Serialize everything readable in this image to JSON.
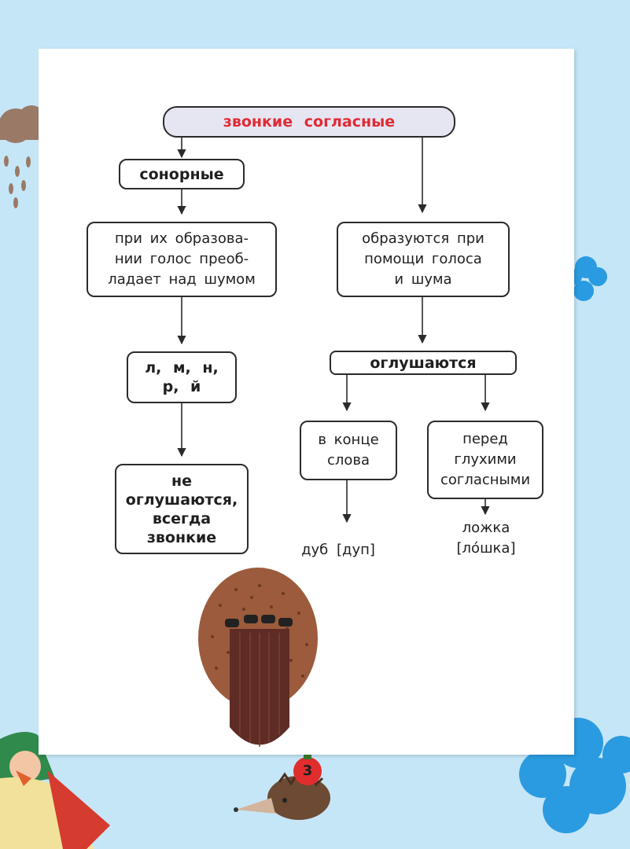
{
  "diagram": {
    "root": "звонкие согласные",
    "sonorant": "сонорные",
    "sonorant_desc": [
      "при их образова-",
      "нии голос преоб-",
      "ладает над шумом"
    ],
    "voiced_desc": [
      "образуются при",
      "помощи голоса",
      "и шума"
    ],
    "letters": [
      "л, м, н,",
      "р, й"
    ],
    "not_devoiced": [
      "не",
      "оглушаются,",
      "всегда",
      "звонкие"
    ],
    "devoiced": "оглушаются",
    "at_end": [
      "в конце",
      "слова"
    ],
    "before_voiceless": [
      "перед",
      "глухими",
      "согласными"
    ],
    "example_end": "дуб [дуп]",
    "example_before_word": "ложка",
    "example_before_transcr": "[ло́шка]"
  },
  "page_number": "3"
}
